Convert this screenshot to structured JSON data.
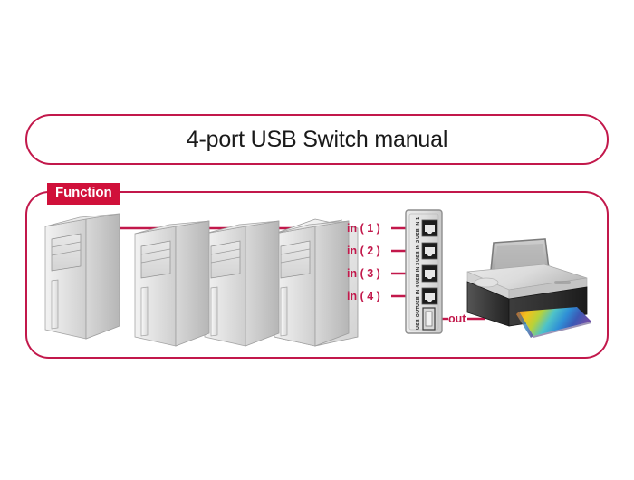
{
  "document": {
    "title": "4-port USB Switch manual"
  },
  "section": {
    "badge_label": "Function"
  },
  "diagram": {
    "type": "connection-diagram",
    "description": "Four computer towers connect to a 4-port USB switch which outputs to one printer",
    "computers": [
      {
        "index": 1,
        "name": "computer-tower-1",
        "connects_to": "in ( 1 )"
      },
      {
        "index": 2,
        "name": "computer-tower-2",
        "connects_to": "in ( 2 )"
      },
      {
        "index": 3,
        "name": "computer-tower-3",
        "connects_to": "in ( 3 )"
      },
      {
        "index": 4,
        "name": "computer-tower-4",
        "connects_to": "in ( 4 )"
      }
    ],
    "input_labels": [
      "in ( 1 )",
      "in ( 2 )",
      "in ( 3 )",
      "in ( 4 )"
    ],
    "output_label": "out",
    "switch": {
      "name": "usb-switch",
      "ports": [
        {
          "id": "usb-in-1",
          "line1": "USB",
          "line2": "IN 1",
          "type": "usb-b"
        },
        {
          "id": "usb-in-2",
          "line1": "USB",
          "line2": "IN 2",
          "type": "usb-b"
        },
        {
          "id": "usb-in-3",
          "line1": "USB",
          "line2": "IN 3",
          "type": "usb-b"
        },
        {
          "id": "usb-in-4",
          "line1": "USB",
          "line2": "IN 4",
          "type": "usb-b"
        },
        {
          "id": "usb-out",
          "line1": "USB",
          "line2": "OUT",
          "type": "usb-a"
        }
      ]
    },
    "peripheral": {
      "name": "printer",
      "output_media": "color-printed-page"
    }
  },
  "colors": {
    "accent": "#c2184b",
    "badge_background": "#d0103a",
    "badge_text": "#ffffff",
    "title_text": "#1a1a1a",
    "background": "#ffffff"
  }
}
